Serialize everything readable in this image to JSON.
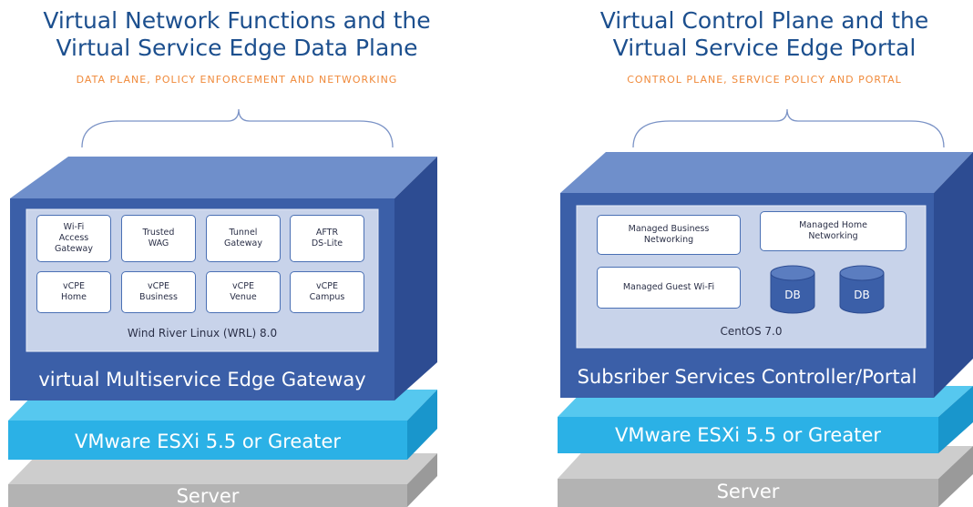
{
  "left": {
    "title_line1": "Virtual Network Functions and the",
    "title_line2": "Virtual Service Edge Data Plane",
    "subtitle": "DATA PLANE, POLICY ENFORCEMENT AND NETWORKING",
    "cells": [
      "Wi-Fi\nAccess\nGateway",
      "Trusted\nWAG",
      "Tunnel\nGateway",
      "AFTR\nDS-Lite",
      "vCPE\nHome",
      "vCPE\nBusiness",
      "vCPE\nVenue",
      "vCPE\nCampus"
    ],
    "os": "Wind River Linux (WRL) 8.0",
    "box_label": "virtual Multiservice Edge Gateway",
    "hypervisor": "VMware ESXi 5.5 or Greater",
    "server": "Server"
  },
  "right": {
    "title_line1": "Virtual Control Plane and the",
    "title_line2": "Virtual Service Edge Portal",
    "subtitle": "CONTROL PLANE, SERVICE POLICY AND PORTAL",
    "cells": [
      "Managed Business\nNetworking",
      "Managed Home\nNetworking",
      "Managed Guest Wi-Fi"
    ],
    "databases": [
      "DB",
      "DB"
    ],
    "os": "CentOS 7.0",
    "box_label": "Subsriber Services Controller/Portal",
    "hypervisor": "VMware ESXi 5.5 or Greater",
    "server": "Server"
  },
  "colors": {
    "title": "#1c4f8e",
    "subtitle": "#f08a3b",
    "box_front": "#3b5fa8",
    "box_top": "#6f8fcb",
    "box_side": "#2d4c92",
    "inner_panel": "#c8d3ea",
    "hypervisor_front": "#2bb1e6",
    "hypervisor_top": "#56c8ef",
    "server_front": "#b3b3b3",
    "server_top": "#cdcdcd"
  }
}
